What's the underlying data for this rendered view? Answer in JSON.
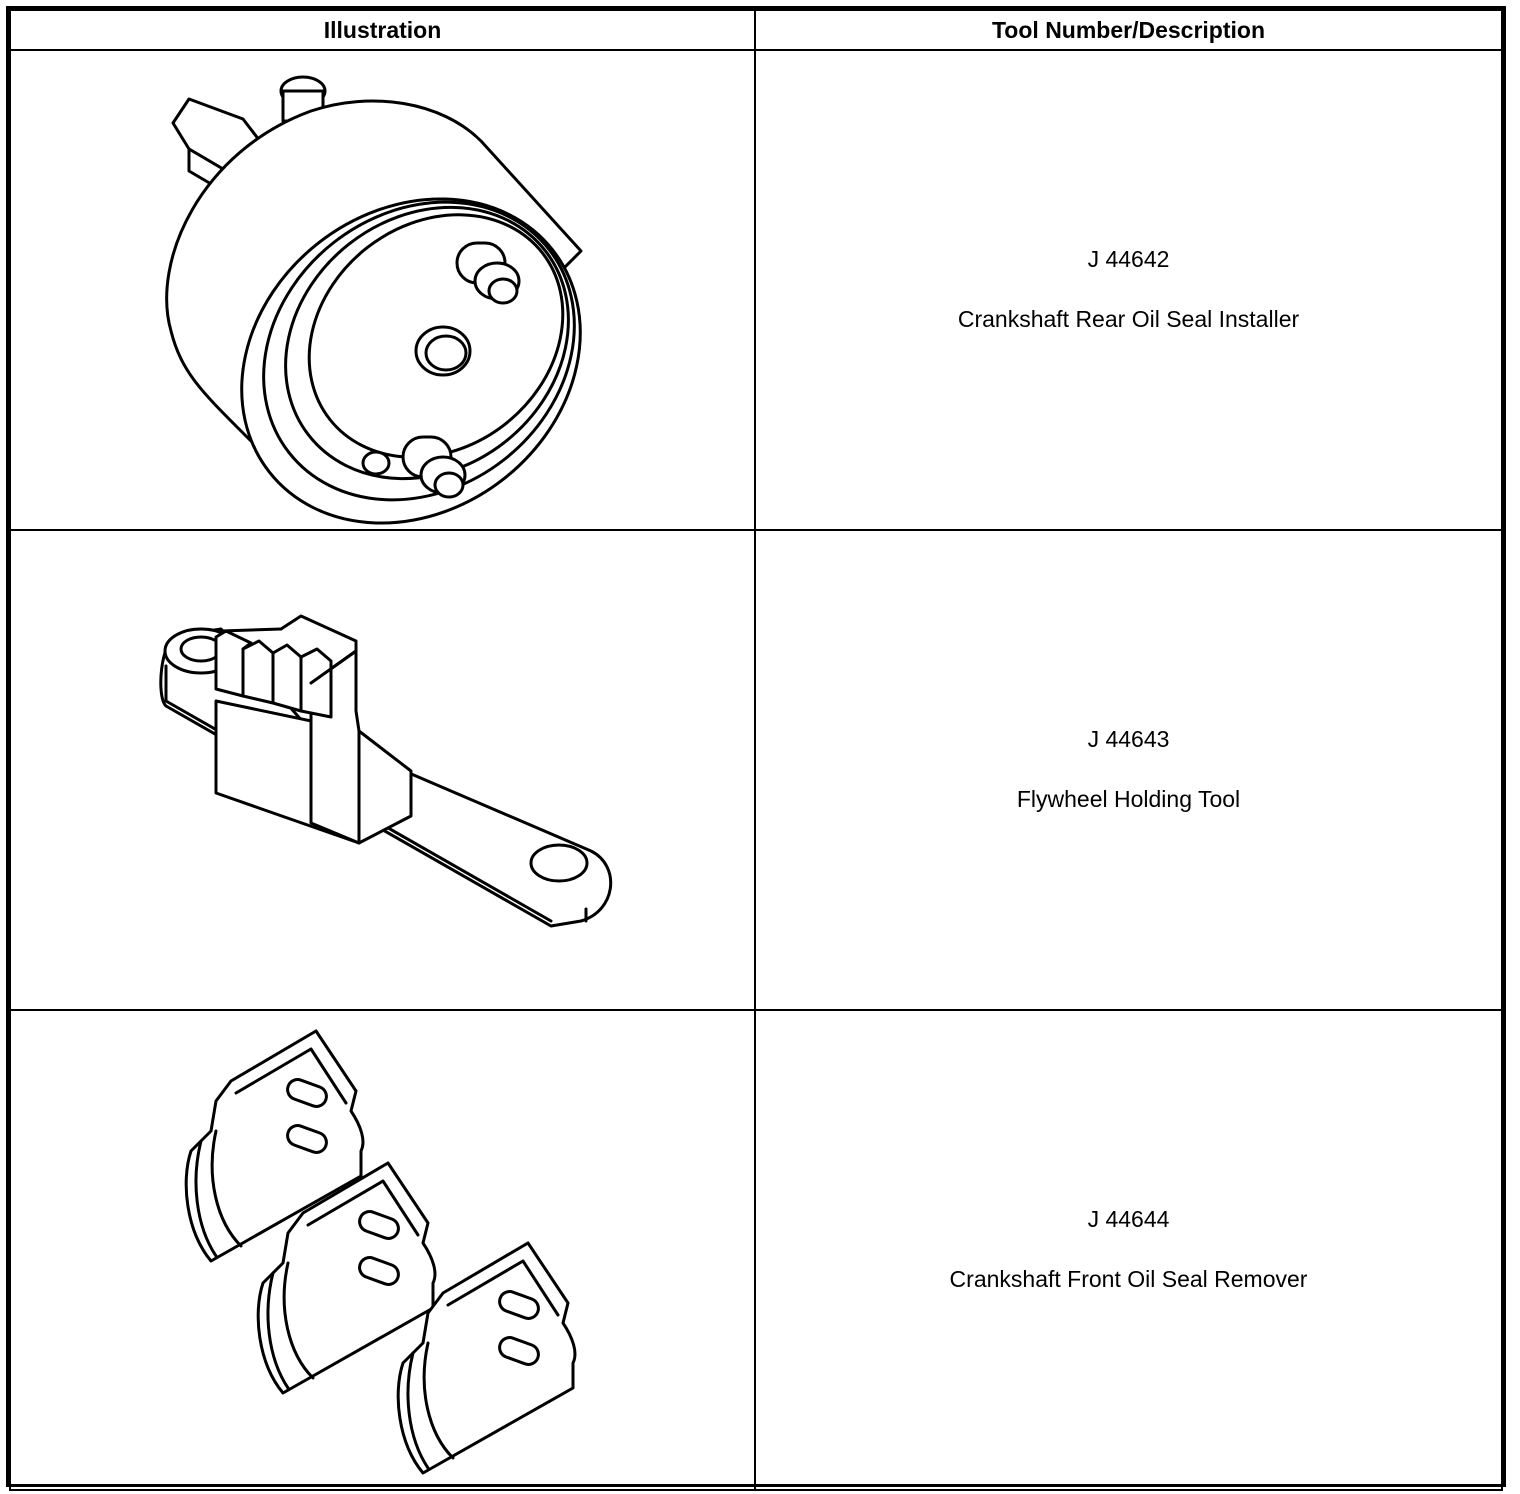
{
  "table": {
    "headers": {
      "illustration": "Illustration",
      "description": "Tool Number/Description"
    },
    "rows": [
      {
        "number": "J 44642",
        "name": "Crankshaft Rear Oil Seal Installer",
        "icon": "seal-installer-drawing"
      },
      {
        "number": "J 44643",
        "name": "Flywheel Holding Tool",
        "icon": "flywheel-holder-drawing"
      },
      {
        "number": "J 44644",
        "name": "Crankshaft Front Oil Seal Remover",
        "icon": "seal-remover-drawing"
      }
    ]
  }
}
